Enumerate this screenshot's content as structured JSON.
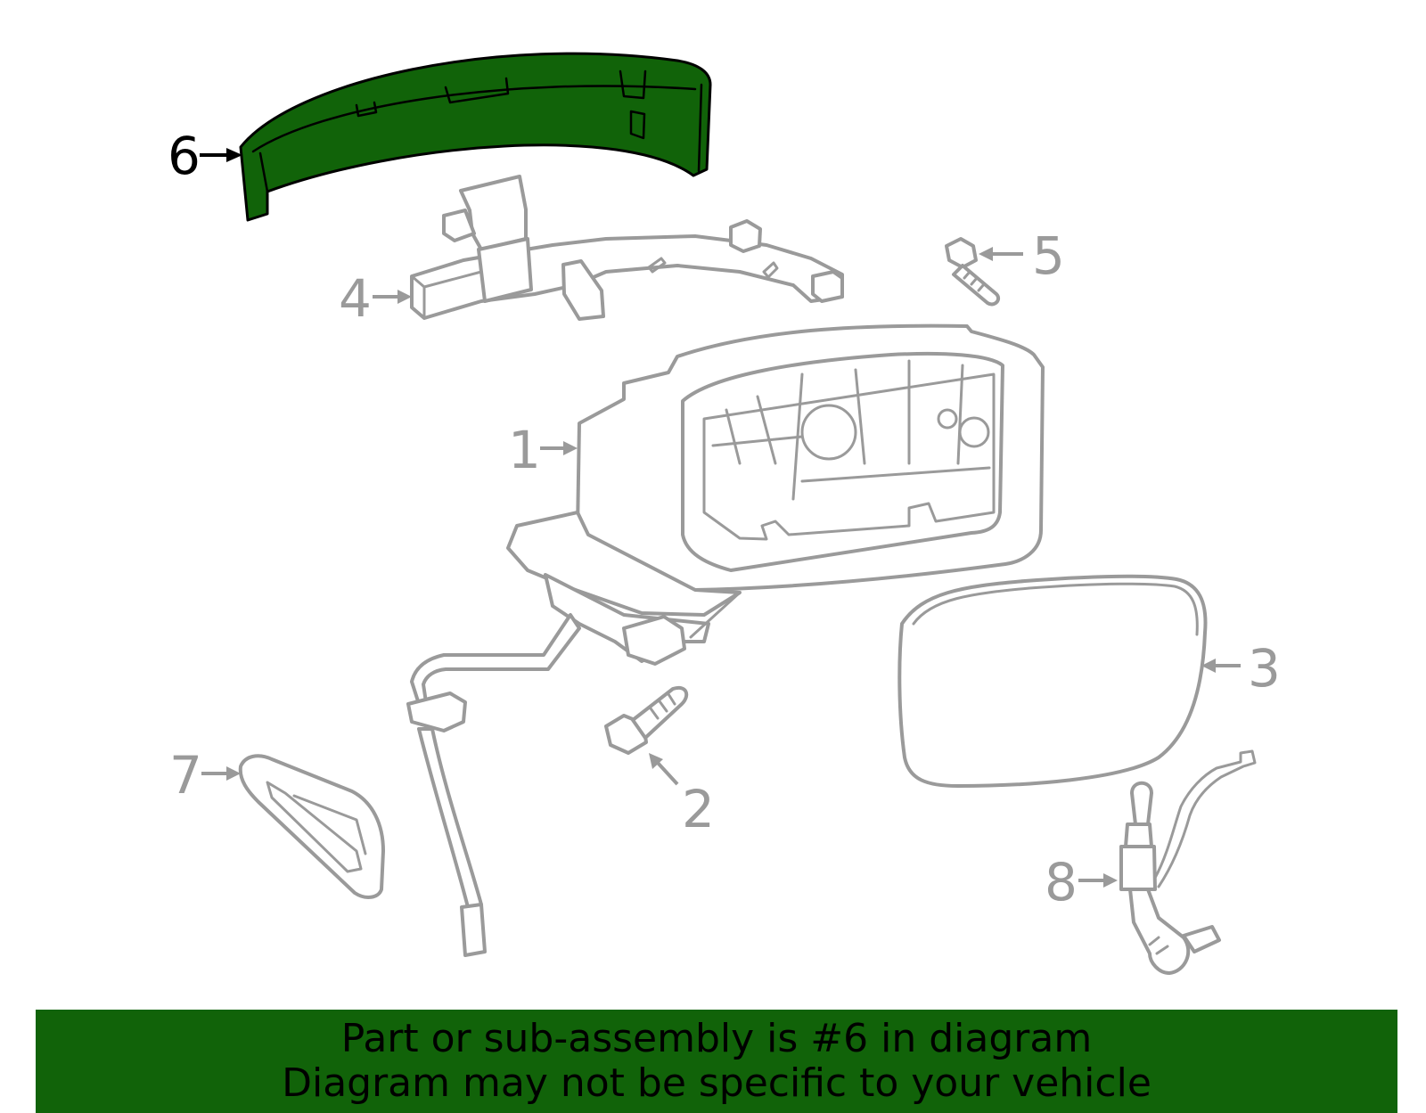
{
  "diagram": {
    "highlight_color": "#116309",
    "outline_color": "#9a9a9a",
    "highlighted_part": "6",
    "callouts": {
      "c1": "1",
      "c2": "2",
      "c3": "3",
      "c4": "4",
      "c5": "5",
      "c6": "6",
      "c7": "7",
      "c8": "8"
    }
  },
  "banner": {
    "line1": "Part or sub-assembly is #6 in diagram",
    "line2": "Diagram may not be specific to your vehicle"
  }
}
